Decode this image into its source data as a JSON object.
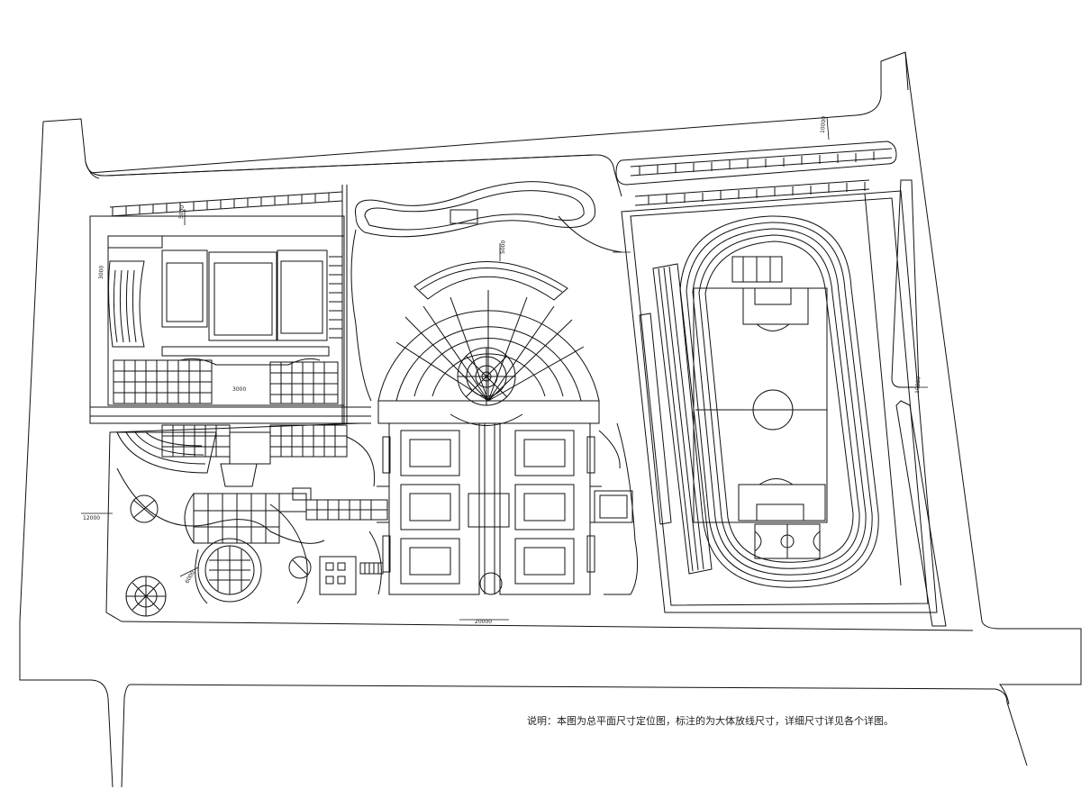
{
  "drawing": {
    "note": "说明：本图为总平面尺寸定位图，标注的为大体放线尺寸，详细尺寸详见各个详图。",
    "stroke_color": "#111111",
    "background_color": "#ffffff"
  },
  "dimensions": [
    {
      "name": "dim-top-road",
      "text": "10000"
    },
    {
      "name": "dim-north-strip",
      "text": "5000"
    },
    {
      "name": "dim-parking-left",
      "text": "3000"
    },
    {
      "name": "dim-plaza-west",
      "text": "3000"
    },
    {
      "name": "dim-west-road",
      "text": "12000"
    },
    {
      "name": "dim-east-road",
      "text": "10000"
    },
    {
      "name": "dim-south-gate",
      "text": "20000"
    },
    {
      "name": "dim-pond",
      "text": "5000"
    },
    {
      "name": "dim-garden",
      "text": "6000"
    }
  ]
}
